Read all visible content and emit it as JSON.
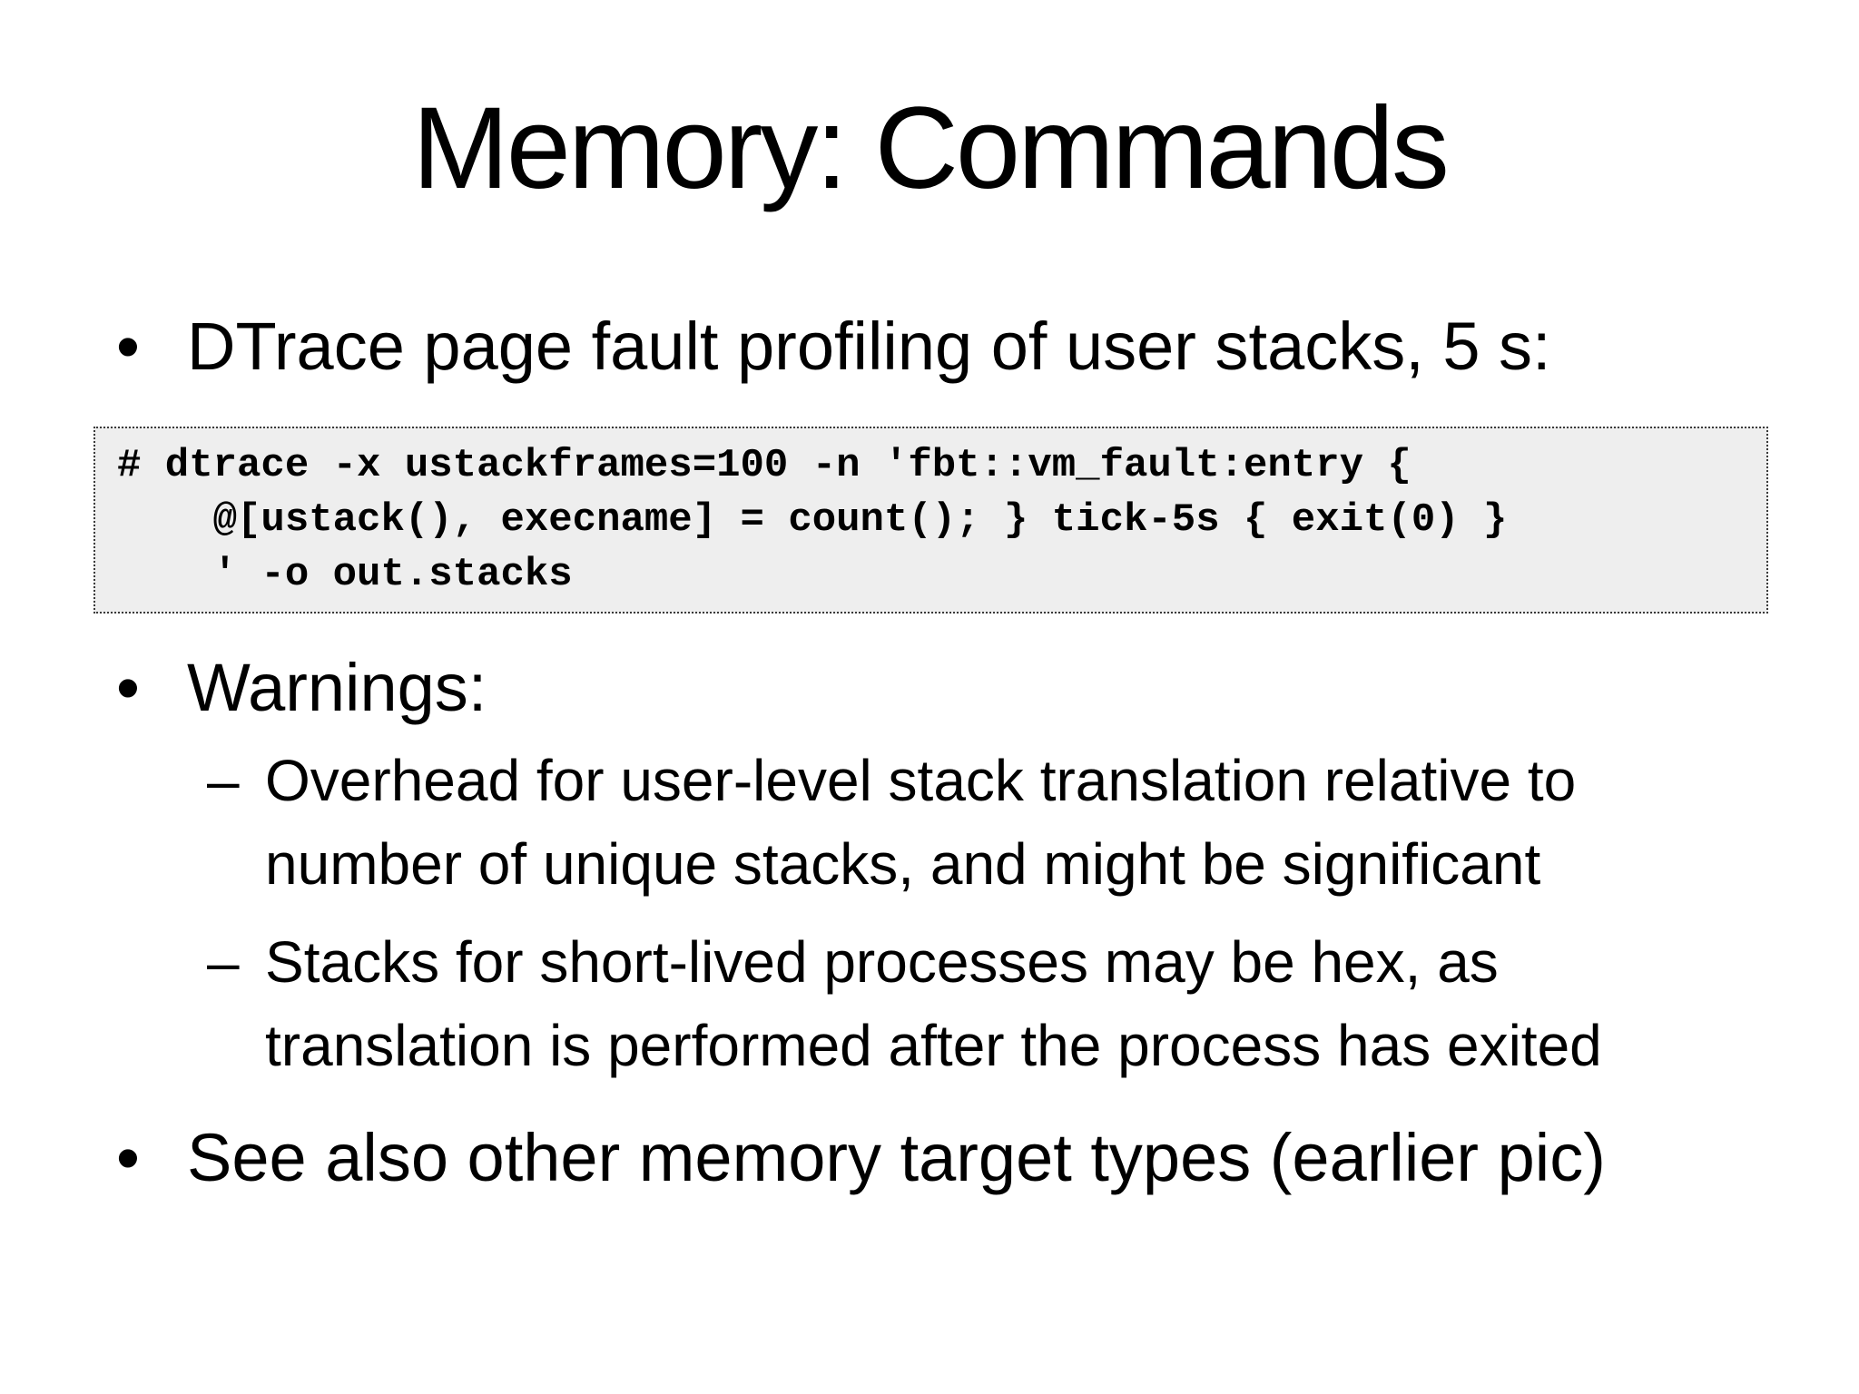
{
  "slide": {
    "title": "Memory: Commands",
    "bullet1": {
      "marker": "•",
      "text": "DTrace page fault profiling of user stacks, 5 s:"
    },
    "code": {
      "line1": "# dtrace -x ustackframes=100 -n 'fbt::vm_fault:entry {",
      "line2": "    @[ustack(), execname] = count(); } tick-5s { exit(0) }",
      "line3": "    ' -o out.stacks"
    },
    "bullet2": {
      "marker": "•",
      "text": "Warnings:"
    },
    "sub1": {
      "marker": "–",
      "line1": "Overhead for user-level stack translation relative to",
      "line2": "number of unique stacks, and might be significant"
    },
    "sub2": {
      "marker": "–",
      "line1": "Stacks for short-lived processes may be hex, as",
      "line2": "translation is performed after the process has exited"
    },
    "bullet3": {
      "marker": "•",
      "text": "See also other memory target types (earlier pic)"
    },
    "colors": {
      "background": "#ffffff",
      "text": "#000000",
      "code_background": "#eeeeee",
      "code_border": "#3a3a3a"
    }
  }
}
